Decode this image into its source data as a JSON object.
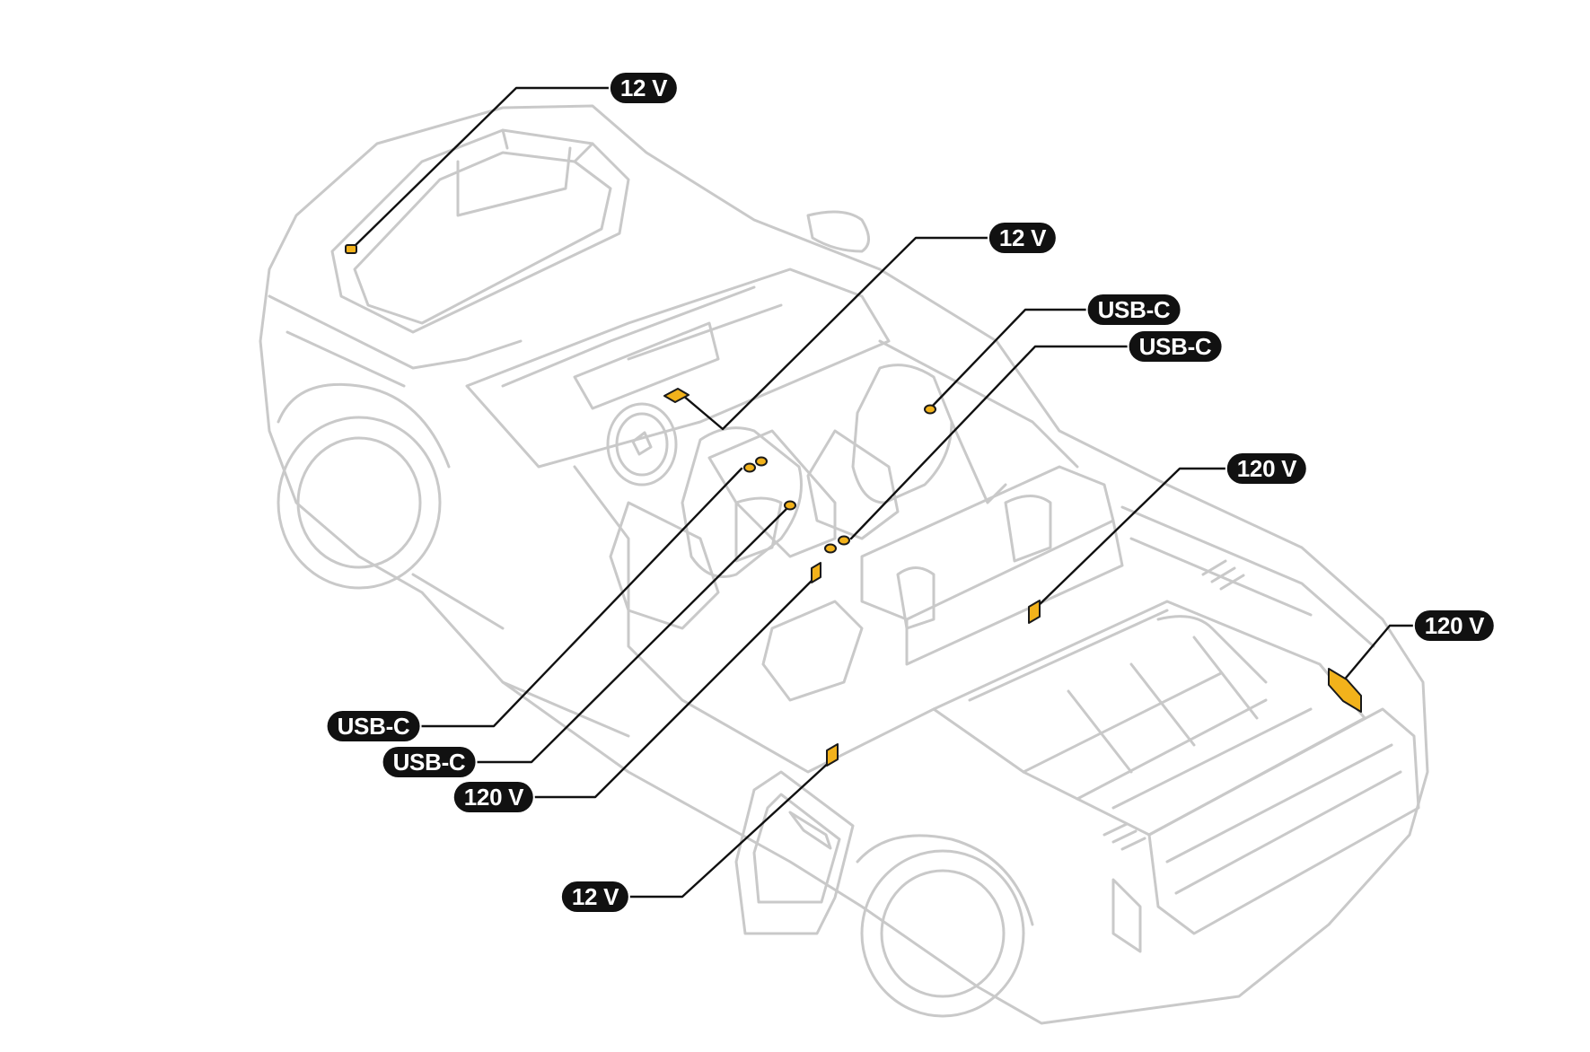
{
  "diagram": {
    "colors": {
      "outline": "#c9c9c9",
      "leader": "#111111",
      "port_fill": "#f2b21b",
      "port_stroke": "#1a1a1a",
      "label_bg": "#111111",
      "label_text": "#ffffff"
    },
    "callouts": [
      {
        "id": "frunk-12v",
        "label": "12 V"
      },
      {
        "id": "dash-12v",
        "label": "12 V"
      },
      {
        "id": "rear-usb-c-a",
        "label": "USB-C"
      },
      {
        "id": "rear-usb-c-b",
        "label": "USB-C"
      },
      {
        "id": "bed-120v",
        "label": "120 V"
      },
      {
        "id": "tailgate-120v",
        "label": "120 V"
      },
      {
        "id": "console-usb-c-a",
        "label": "USB-C"
      },
      {
        "id": "console-usb-c-b",
        "label": "USB-C"
      },
      {
        "id": "console-120v",
        "label": "120 V"
      },
      {
        "id": "gear-tunnel-12v",
        "label": "12 V"
      }
    ]
  }
}
